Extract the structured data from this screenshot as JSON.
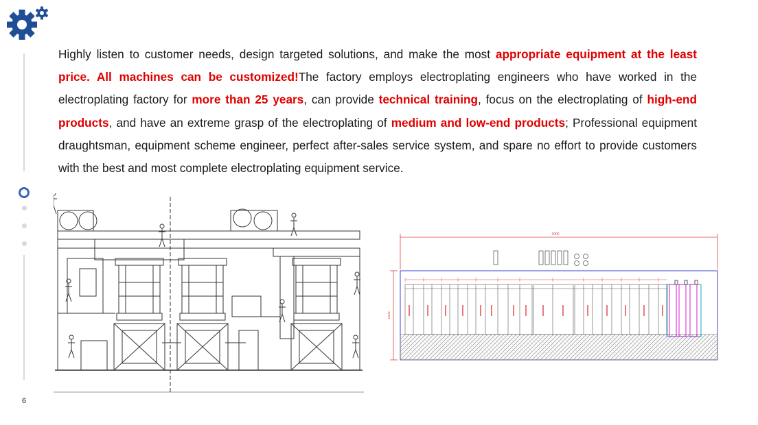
{
  "paragraph": {
    "s1": "Highly listen to customer needs, design targeted solutions, and make the most ",
    "h1": "appropriate equipment at the least price. All machines can be customized!",
    "s2": "The factory employs electroplating engineers who have worked in the electroplating factory for ",
    "h2": "more than 25 years",
    "s3": ", can provide ",
    "h3": "technical training",
    "s4": ", focus on the electroplating of ",
    "h4": "high-end products",
    "s5": ", and have an extreme grasp of the electroplating of ",
    "h5": "medium and low-end products",
    "s6": "; Professional equipment draughtsman, equipment scheme engineer, perfect after-sales service system, and spare no effort to provide customers with the best and most complete electroplating equipment service."
  },
  "page_number": "6",
  "dimensions": {
    "overall": "3000",
    "height": "1500"
  },
  "colors": {
    "highlight": "#e00000",
    "logo_blue": "#1f4e96",
    "nav_active": "#3d66b5",
    "rail": "#d9d9d9"
  },
  "icons": {
    "logo": "gears-icon"
  }
}
